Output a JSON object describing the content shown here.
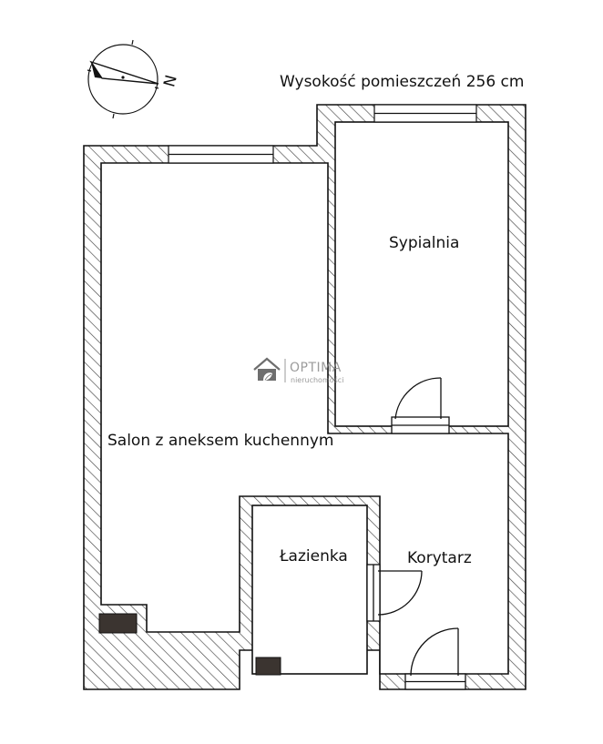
{
  "header": {
    "ceiling_height": "Wysokość pomieszczeń 256 cm"
  },
  "compass": {
    "north_letter": "N"
  },
  "rooms": {
    "salon": "Salon z aneksem kuchennym",
    "sypialnia": "Sypialnia",
    "lazienka": "Łazienka",
    "korytarz": "Korytarz"
  },
  "watermark": {
    "brand": "OPTIMA",
    "sub": "nieruchomości"
  },
  "colors": {
    "wall": "#111111",
    "hatch": "#444444",
    "vent": "#3b3430",
    "watermark": "#8a8a8a"
  }
}
